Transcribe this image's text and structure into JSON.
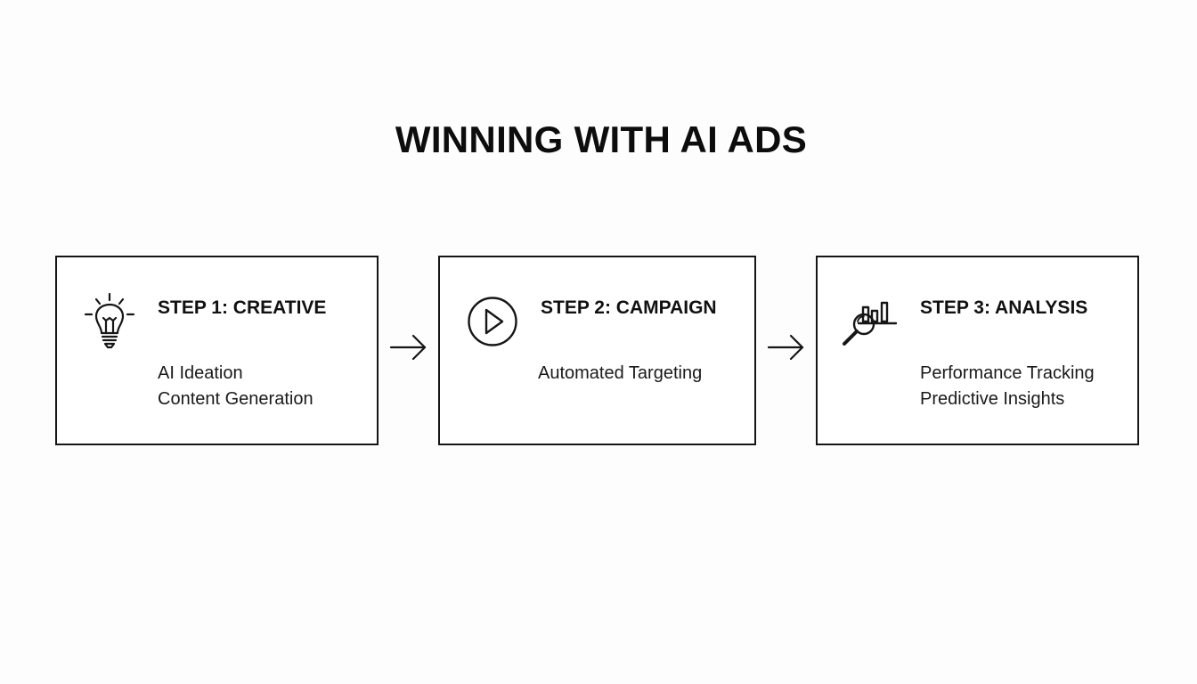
{
  "title": "WINNING WITH AI ADS",
  "steps": [
    {
      "heading": "STEP 1: CREATIVE",
      "icon": "lightbulb-icon",
      "items": [
        "AI Ideation",
        "Content Generation"
      ]
    },
    {
      "heading": "STEP 2: CAMPAIGN",
      "icon": "play-button-icon",
      "items": [
        "Automated Targeting"
      ]
    },
    {
      "heading": "STEP 3: ANALYSIS",
      "icon": "magnifier-chart-icon",
      "items": [
        "Performance Tracking",
        "Predictive Insights"
      ]
    }
  ],
  "colors": {
    "background": "#fdfdfd",
    "stroke": "#161616",
    "text": "#111111"
  }
}
